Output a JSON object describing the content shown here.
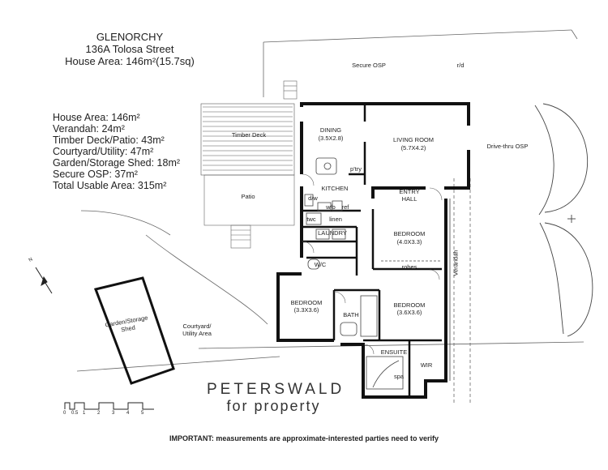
{
  "header": {
    "suburb": "GLENORCHY",
    "address": "136A Tolosa Street",
    "house_area": "House Area: 146m²(15.7sq)"
  },
  "areas": [
    "House Area: 146m²",
    "Verandah: 24m²",
    "Timber Deck/Patio: 43m²",
    "Courtyard/Utility: 47m²",
    "Garden/Storage Shed: 18m²",
    "Secure OSP: 37m²",
    "Total Usable Area: 315m²"
  ],
  "rooms": {
    "secure_osp": "Secure OSP",
    "rd": "r/d",
    "timber_deck": "Timber Deck",
    "patio": "Patio",
    "dining": "DINING",
    "dining_size": "(3.5X2.8)",
    "living": "LIVING ROOM",
    "living_size": "(5.7X4.2)",
    "pantry": "p'try",
    "kitchen": "KITCHEN",
    "dw": "d/w",
    "wo": "w/o",
    "ref": "ref",
    "twc": "twc",
    "linen": "linen",
    "entry": "ENTRY",
    "hall": "HALL",
    "laundry": "LAUNDRY",
    "bedroom1": "BEDROOM",
    "bedroom1_size": "(4.0X3.3)",
    "robes": "robes",
    "wc": "W/C",
    "bedroom2": "BEDROOM",
    "bedroom2_size": "(3.3X3.6)",
    "bath": "BATH",
    "bedroom3": "BEDROOM",
    "bedroom3_size": "(3.6X3.6)",
    "ensuite": "ENSUITE",
    "spa": "spa",
    "wir": "WIR",
    "verandah": "Verandah",
    "drive_thru": "Drive-thru OSP",
    "garden_shed": "Garden/Storage",
    "garden_shed2": "Shed",
    "courtyard": "Courtyard/",
    "courtyard2": "Utility Area"
  },
  "brand": {
    "line1": "PETERSWALD",
    "line2": "for property"
  },
  "scale_labels": [
    "0",
    "0.5",
    "1",
    "2",
    "3",
    "4",
    "5"
  ],
  "north": "N",
  "notice": "IMPORTANT: measurements are approximate-interested parties need to verify"
}
